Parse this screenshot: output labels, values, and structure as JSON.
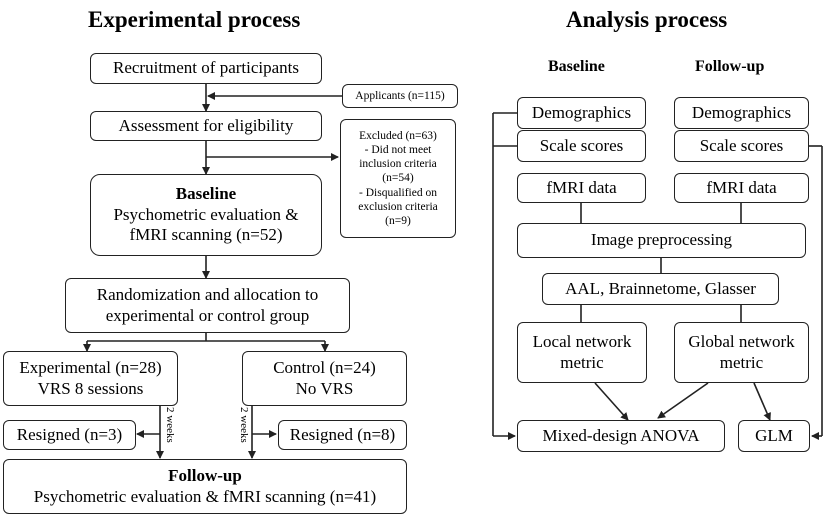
{
  "left": {
    "title": "Experimental process",
    "recruitment": "Recruitment of participants",
    "applicants": "Applicants (n=115)",
    "assessment": "Assessment for eligibility",
    "excluded": {
      "l1": "Excluded (n=63)",
      "l2": "- Did not meet",
      "l3": "inclusion criteria",
      "l4": "(n=54)",
      "l5": "- Disqualified on",
      "l6": "exclusion criteria",
      "l7": "(n=9)"
    },
    "baseline": {
      "title": "Baseline",
      "l1": "Psychometric evaluation &",
      "l2": "fMRI scanning (n=52)"
    },
    "randomization": {
      "l1": "Randomization and allocation to",
      "l2": "experimental or control group"
    },
    "experimental": {
      "l1": "Experimental (n=28)",
      "l2": "VRS 8 sessions"
    },
    "control": {
      "l1": "Control (n=24)",
      "l2": "No VRS"
    },
    "weeks_label": "2 weeks",
    "resigned_exp": "Resigned (n=3)",
    "resigned_ctrl": "Resigned (n=8)",
    "followup": {
      "title": "Follow-up",
      "l1": "Psychometric evaluation & fMRI scanning (n=41)"
    }
  },
  "right": {
    "title": "Analysis process",
    "col_baseline": "Baseline",
    "col_followup": "Follow-up",
    "demographics": "Demographics",
    "scale_scores": "Scale scores",
    "fmri_data": "fMRI data",
    "preprocessing": "Image preprocessing",
    "atlases": "AAL, Brainnetome, Glasser",
    "local": {
      "l1": "Local network",
      "l2": "metric"
    },
    "global": {
      "l1": "Global network",
      "l2": "metric"
    },
    "anova": "Mixed-design ANOVA",
    "glm": "GLM"
  }
}
